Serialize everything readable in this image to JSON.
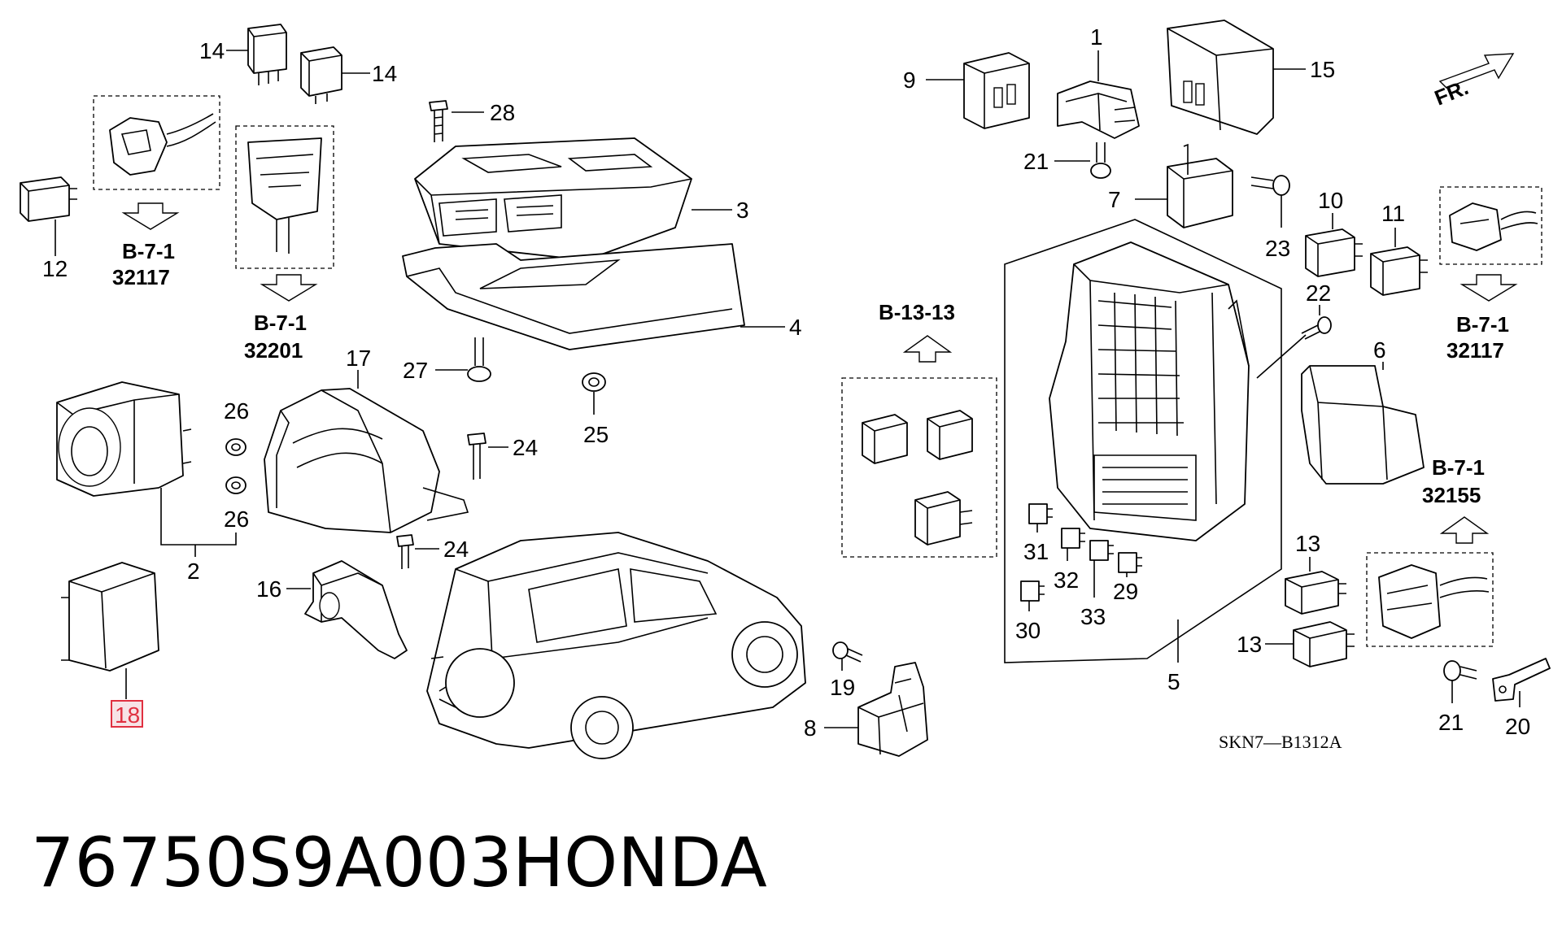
{
  "callouts": {
    "c1": "1",
    "c2": "2",
    "c3": "3",
    "c4": "4",
    "c5": "5",
    "c6": "6",
    "c7": "7",
    "c8": "8",
    "c9": "9",
    "c10": "10",
    "c11": "11",
    "c12": "12",
    "c13a": "13",
    "c13b": "13",
    "c14a": "14",
    "c14b": "14",
    "c15": "15",
    "c16": "16",
    "c17": "17",
    "c18": "18",
    "c19": "19",
    "c20": "20",
    "c21a": "21",
    "c21b": "21",
    "c22": "22",
    "c23": "23",
    "c24a": "24",
    "c24b": "24",
    "c25": "25",
    "c26a": "26",
    "c26b": "26",
    "c27": "27",
    "c28": "28",
    "c29": "29",
    "c30": "30",
    "c31": "31",
    "c32": "32",
    "c33": "33"
  },
  "references": {
    "r1_sec": "B-7-1",
    "r1_num": "32117",
    "r2_sec": "B-7-1",
    "r2_num": "32201",
    "r3_sec": "B-13-13",
    "r4_sec": "B-7-1",
    "r4_num": "32117",
    "r5_sec": "B-7-1",
    "r5_num": "32155"
  },
  "direction_label": "FR.",
  "diagram_code": "SKN7—B1312A",
  "footer": {
    "part_number": "76750S9A003",
    "brand": "HONDA"
  },
  "highlight_color": "#e03040"
}
